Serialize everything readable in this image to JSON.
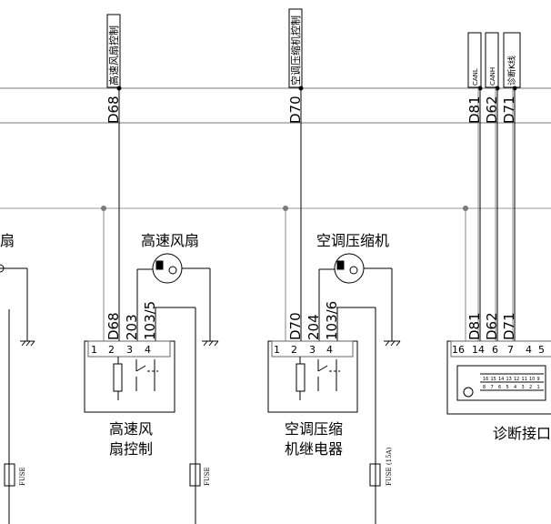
{
  "signal_tags": {
    "high_fan_ctrl": "高速风扇控制",
    "ac_comp_ctrl": "空调压缩机控制",
    "canl": "CANL",
    "canh": "CANH",
    "diag_line": "诊断K线"
  },
  "harness_wires": {
    "d68": "D68",
    "d70": "D70",
    "d81": "D81",
    "d62": "D62",
    "d71": "D71"
  },
  "components": {
    "left_fan_partial": "扇",
    "high_fan_label": "高速风扇",
    "ac_comp_label": "空调压缩机",
    "high_fan_relay_line1": "高速风",
    "high_fan_relay_line2": "扇控制",
    "ac_relay_line1": "空调压缩",
    "ac_relay_line2": "机继电器",
    "diag_port": "诊断接口"
  },
  "relay1_wires": {
    "w1": "D68",
    "w2": "203",
    "w3": "103/5"
  },
  "relay2_wires": {
    "w1": "D70",
    "w2": "204",
    "w3": "103/6"
  },
  "diag_wires": {
    "w1": "D81",
    "w2": "D62",
    "w3": "D71"
  },
  "relay_pins": {
    "p1": "1",
    "p2": "2",
    "p3": "3",
    "p4": "4"
  },
  "diag_pins": {
    "p16": "16",
    "p14": "14",
    "p6": "6",
    "p7": "7",
    "p4": "4",
    "p5": "5"
  },
  "diag_connector_pins": {
    "row1": [
      "16",
      "15",
      "14",
      "13",
      "12",
      "11",
      "10",
      "9"
    ],
    "row2": [
      "8",
      "7",
      "6",
      "5",
      "4",
      "3",
      "2",
      "1"
    ]
  },
  "fuses": {
    "f1": "FUSE",
    "f2": "FUSE",
    "f3": "FUSE (15A)"
  }
}
